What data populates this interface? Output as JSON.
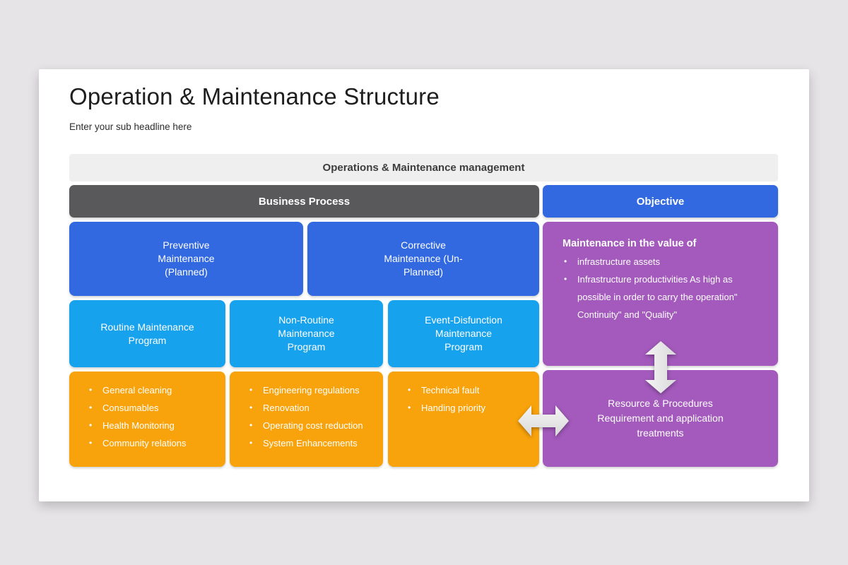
{
  "colors": {
    "page_bg": "#e6e4e6",
    "slide_bg": "#ffffff",
    "banner_bg": "#f0eff0",
    "dark_gray": "#59595b",
    "blue": "#3269e0",
    "light_blue": "#17a2ee",
    "orange": "#f9a30c",
    "purple": "#a35abc"
  },
  "header": {
    "title": "Operation & Maintenance Structure",
    "subtitle": "Enter your sub headline here"
  },
  "banner": "Operations & Maintenance management",
  "sections": {
    "business_process": "Business Process",
    "objective": "Objective"
  },
  "maintenance_types": [
    "Preventive\nMaintenance\n(Planned)",
    "Corrective\nMaintenance (Un-\nPlanned)"
  ],
  "programs": [
    "Routine Maintenance\nProgram",
    "Non-Routine\nMaintenance\nProgram",
    "Event-Disfunction\nMaintenance\nProgram"
  ],
  "program_details": [
    {
      "items": [
        "General cleaning",
        "Consumables",
        "Health Monitoring",
        "Community relations"
      ]
    },
    {
      "items": [
        "Engineering regulations",
        "Renovation",
        "Operating cost reduction",
        "System Enhancements"
      ]
    },
    {
      "items": [
        "Technical fault",
        "Handing priority"
      ]
    }
  ],
  "objective_value": {
    "heading": "Maintenance in the value of",
    "items": [
      "infrastructure assets",
      "Infrastructure productivities As high as possible in order to carry the operation\" Continuity\" and \"Quality\""
    ]
  },
  "resource_box": "Resource & Procedures\nRequirement and application\ntreatments"
}
